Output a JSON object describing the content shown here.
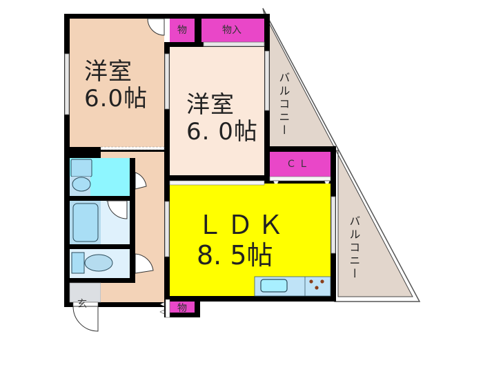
{
  "floorplan": {
    "rooms": {
      "western_room_1": {
        "name": "洋室",
        "size": "6.0帖",
        "color": "#f3d3b8"
      },
      "western_room_2": {
        "name": "洋室",
        "size": "6. 0帖",
        "color": "#fbe8da"
      },
      "ldk": {
        "name": "ＬＤＫ",
        "size": "8. 5帖",
        "color": "#ffff00"
      },
      "closet_cl": {
        "name": "ＣＬ",
        "color": "#e947c8"
      },
      "storage_1": {
        "name": "物",
        "color": "#e947c8"
      },
      "storage_2": {
        "name": "物入",
        "color": "#e947c8"
      },
      "storage_3": {
        "name": "物",
        "color": "#e947c8"
      },
      "entrance": {
        "name": "玄",
        "color": "#dcdfe3"
      },
      "balcony_1": {
        "name": "バルコニー",
        "color": "#e2d6cc"
      },
      "balcony_2": {
        "name": "バルコニー",
        "color": "#e2d6cc"
      },
      "washroom": {
        "color": "#8ef6ff"
      },
      "bathroom": {
        "color": "#dff1fc"
      },
      "toilet": {
        "color": "#dff1fc"
      },
      "hallway": {
        "color": "#f3d3b8"
      }
    },
    "colors": {
      "wall": "#000000",
      "fixture": "#a9def5",
      "fixture_stroke": "#2b4b5a",
      "kitchen": "#bfe3f7",
      "stove_burner": "#8a3d1a"
    }
  }
}
